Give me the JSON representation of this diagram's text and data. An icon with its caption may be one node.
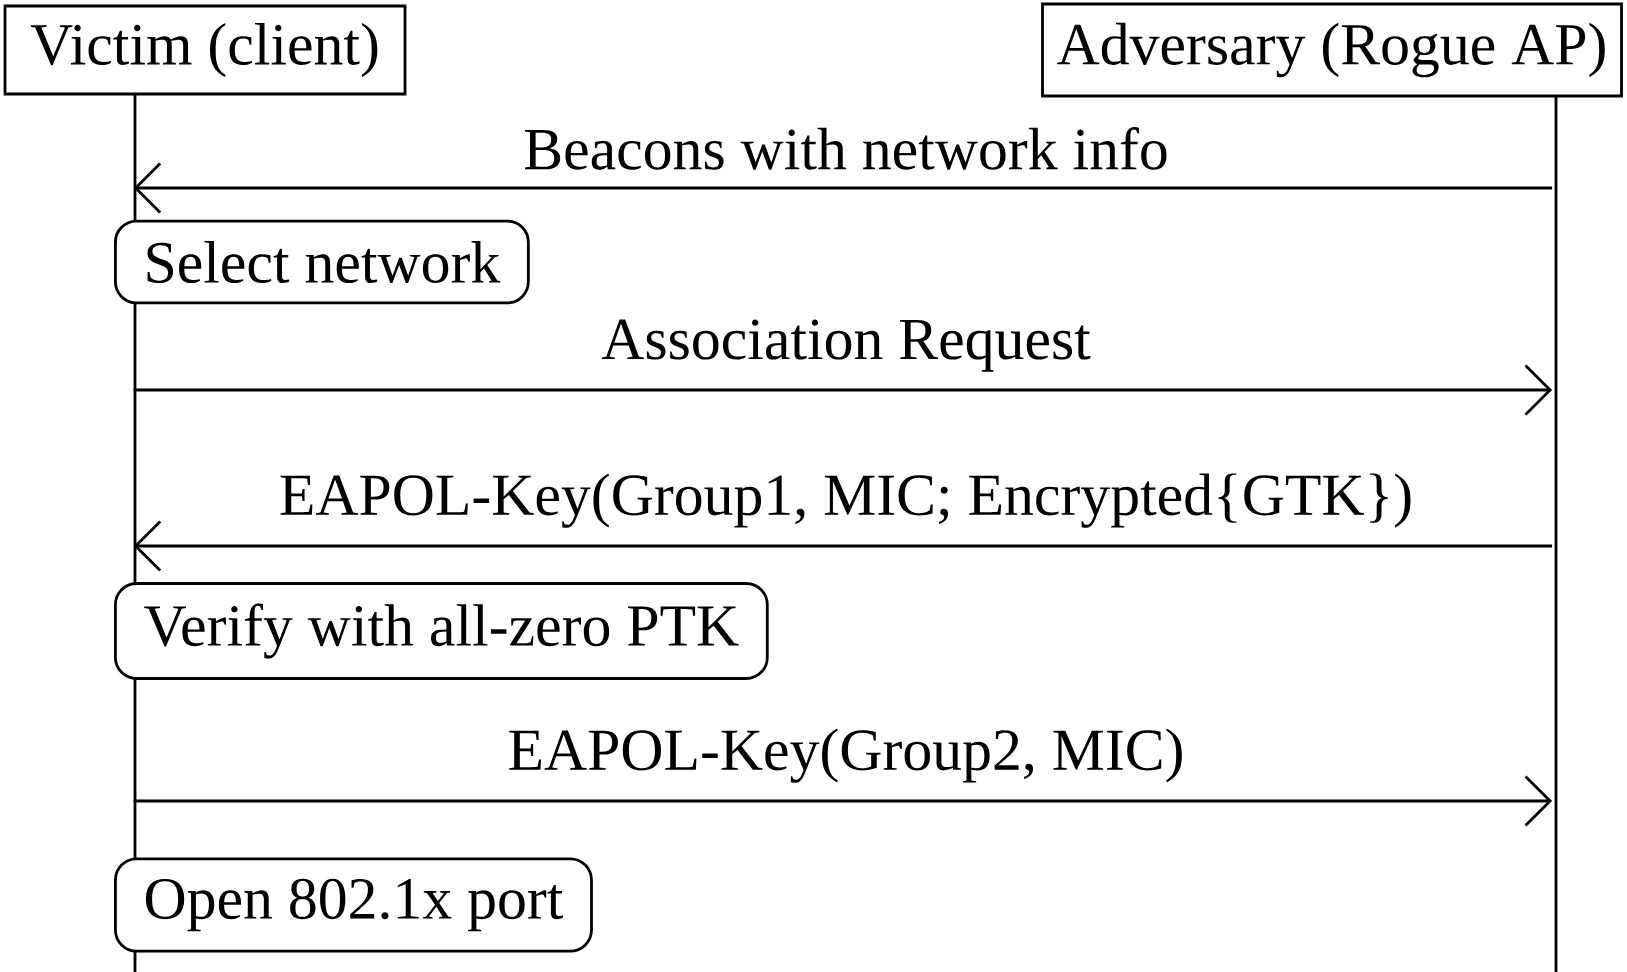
{
  "diagram": {
    "nodes": [
      {
        "text": [
          "Victim (client)"
        ]
      },
      {
        "text": [
          "Adversary (Rogue AP)"
        ]
      },
      {
        "text": [
          "Select network"
        ]
      },
      {
        "text": [
          "Verify with all-zero PTK"
        ]
      },
      {
        "text": [
          "Open 802.1x port"
        ]
      }
    ],
    "edges": [
      {
        "from": 1,
        "to": 0,
        "arrow": "to",
        "label": "Beacons with network info"
      },
      {
        "from": 0,
        "to": 1,
        "arrow": "to",
        "label": "Association Request"
      },
      {
        "from": 1,
        "to": 0,
        "arrow": "to",
        "label": "EAPOL-Key(Group1, MIC; Encrypted{GTK})"
      },
      {
        "from": 0,
        "to": 1,
        "arrow": "to",
        "label": "EAPOL-Key(Group2, MIC)"
      }
    ]
  }
}
